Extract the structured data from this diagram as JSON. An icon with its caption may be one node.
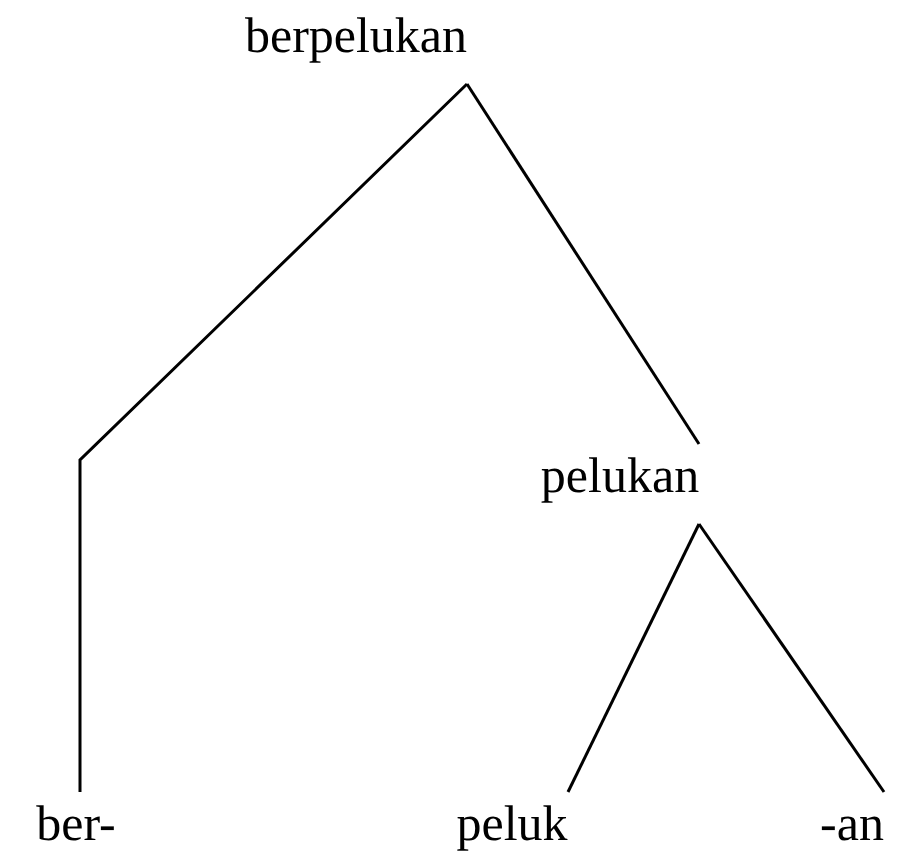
{
  "diagram": {
    "nodes": [
      {
        "text": [
          "berpelukan"
        ]
      },
      {
        "text": [
          "pelukan"
        ]
      },
      {
        "text": [
          "ber-"
        ]
      },
      {
        "text": [
          "peluk"
        ]
      },
      {
        "text": [
          "-an"
        ]
      }
    ],
    "edges": [
      {
        "from": 0,
        "to": 2,
        "arrow": "none"
      },
      {
        "from": 0,
        "to": 1,
        "arrow": "none"
      },
      {
        "from": 1,
        "to": 3,
        "arrow": "none"
      },
      {
        "from": 1,
        "to": 4,
        "arrow": "none"
      }
    ]
  }
}
